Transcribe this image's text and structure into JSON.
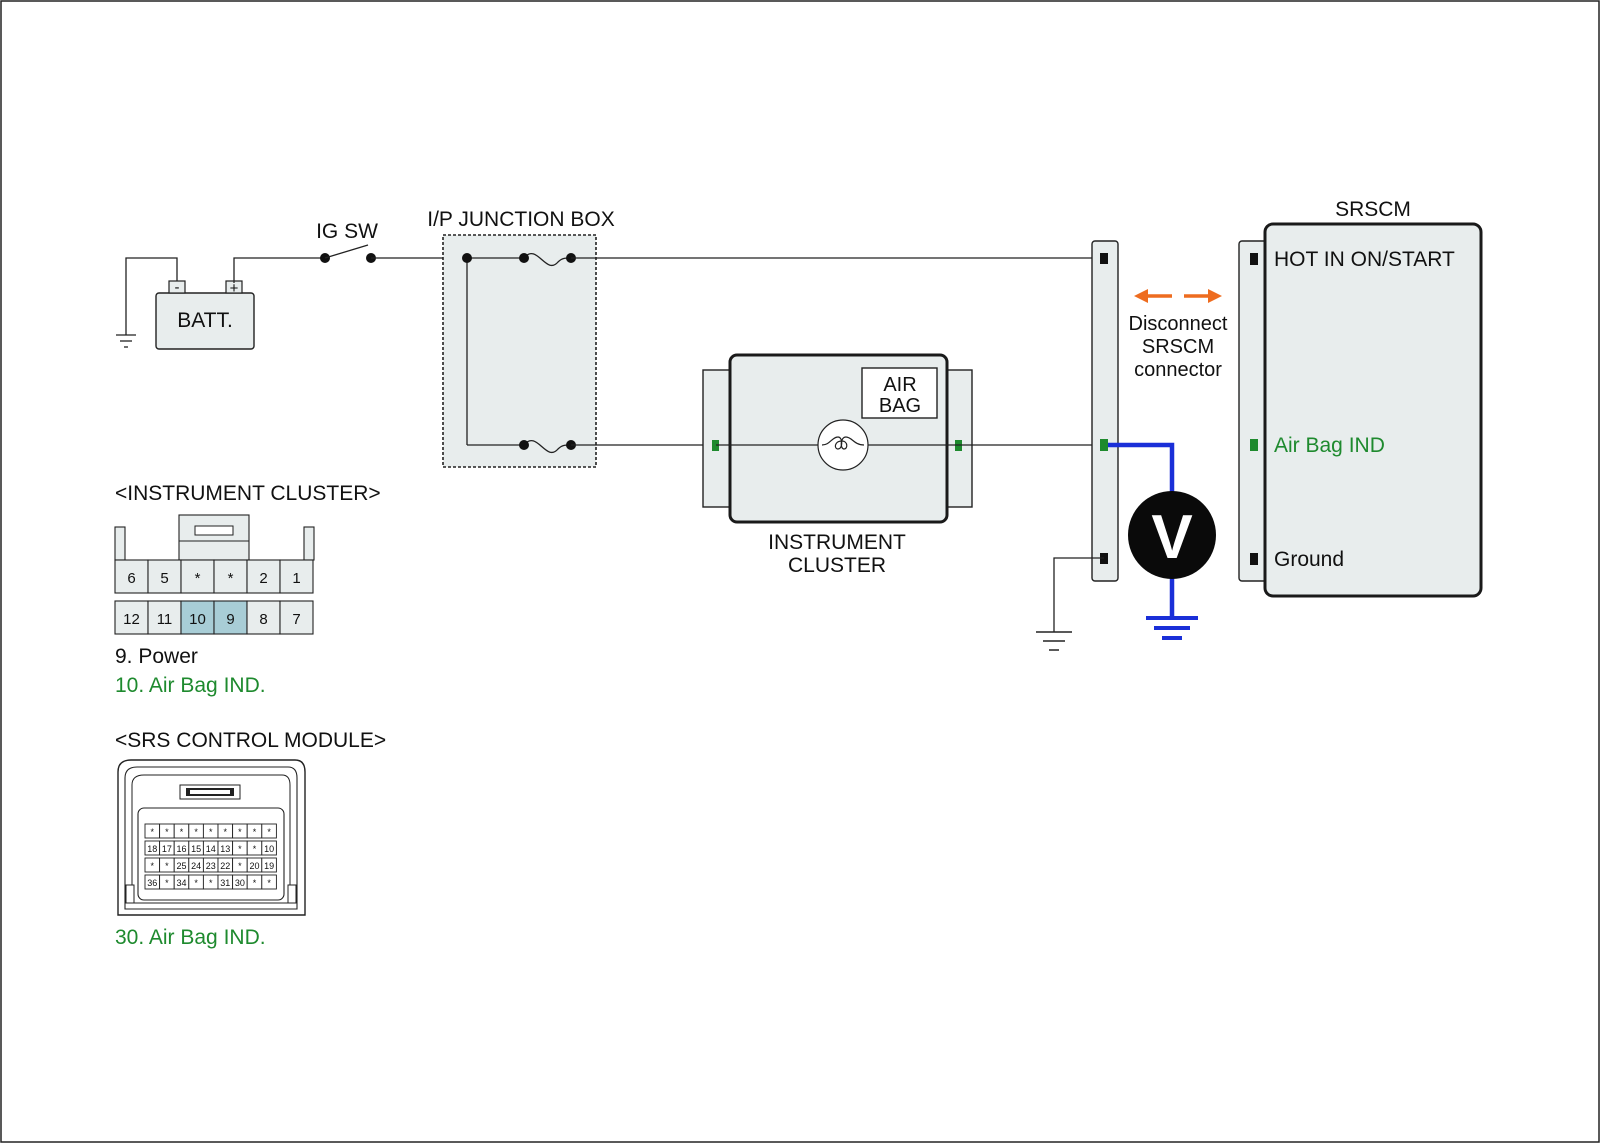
{
  "diagram": {
    "battery_label": "BATT.",
    "battery_neg": "-",
    "battery_pos": "+",
    "ig_switch_label": "IG SW",
    "junction_box_label": "I/P JUNCTION BOX",
    "cluster_airbag_line1": "AIR",
    "cluster_airbag_line2": "BAG",
    "cluster_label_line1": "INSTRUMENT",
    "cluster_label_line2": "CLUSTER",
    "srscm_title": "SRSCM",
    "srscm_pins": [
      "HOT IN ON/START",
      "Air Bag IND",
      "Ground"
    ],
    "disconnect_note": [
      "Disconnect",
      "SRSCM",
      "connector"
    ],
    "voltmeter_label": "V",
    "colors": {
      "signal_green": "#1e8a2e",
      "meter_wire_blue": "#1a2fd8",
      "arrow_orange": "#ee6c1f",
      "highlight_cell": "#a8cdd6",
      "module_fill": "#e8eded"
    }
  },
  "instrument_connector": {
    "title": "<INSTRUMENT CLUSTER>",
    "row1": [
      "6",
      "5",
      "*",
      "*",
      "2",
      "1"
    ],
    "row2": [
      "12",
      "11",
      "10",
      "9",
      "8",
      "7"
    ],
    "highlighted": [
      "10",
      "9"
    ],
    "legend_power": "9. Power",
    "legend_airbag": "10. Air Bag IND."
  },
  "srs_connector": {
    "title": "<SRS CONTROL MODULE>",
    "rows": [
      [
        "*",
        "*",
        "*",
        "*",
        "*",
        "*",
        "*",
        "*",
        "*"
      ],
      [
        "18",
        "17",
        "16",
        "15",
        "14",
        "13",
        "*",
        "*",
        "10"
      ],
      [
        "*",
        "*",
        "25",
        "24",
        "23",
        "22",
        "*",
        "20",
        "19"
      ],
      [
        "36",
        "*",
        "34",
        "*",
        "*",
        "31",
        "30",
        "*",
        "*"
      ]
    ],
    "legend_airbag": "30. Air Bag IND."
  }
}
